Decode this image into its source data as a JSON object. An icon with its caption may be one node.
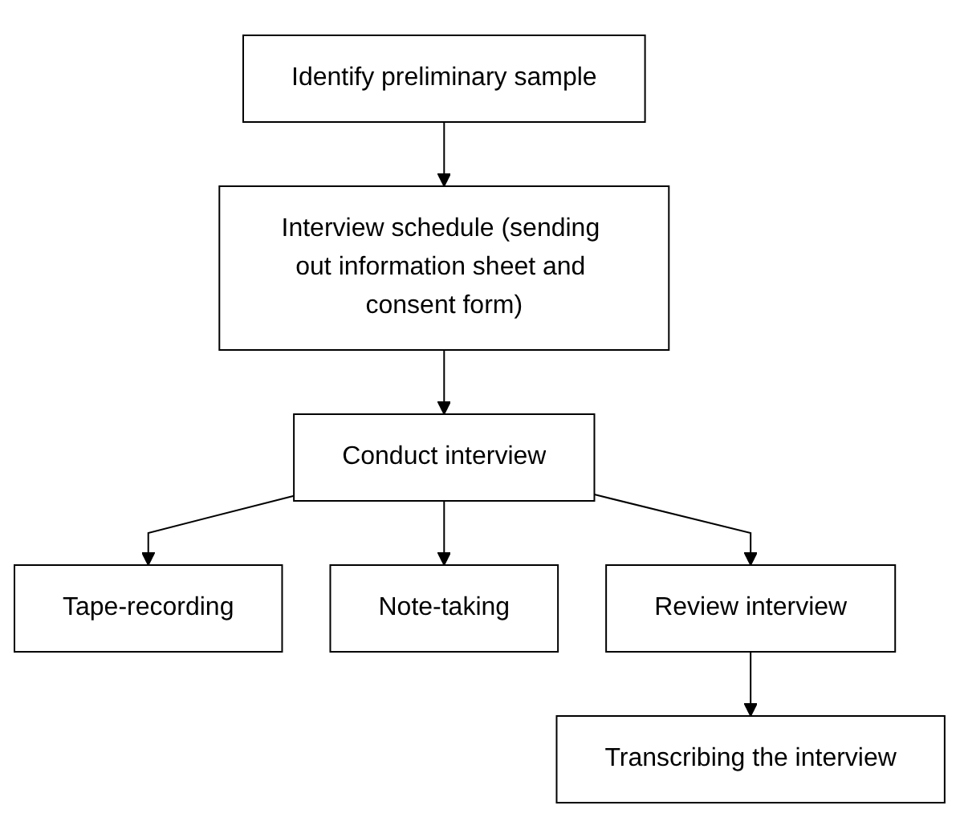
{
  "diagram": {
    "nodes": [
      {
        "text": [
          "Identify preliminary sample"
        ]
      },
      {
        "text": [
          "Interview schedule (sending out information sheet and consent form)"
        ]
      },
      {
        "text": [
          "Conduct interview"
        ]
      },
      {
        "text": [
          "Tape-recording"
        ]
      },
      {
        "text": [
          "Note-taking"
        ]
      },
      {
        "text": [
          "Review interview"
        ]
      },
      {
        "text": [
          "Transcribing the interview"
        ]
      }
    ],
    "edges": [
      {
        "from": 0,
        "to": 1,
        "arrow": "to"
      },
      {
        "from": 1,
        "to": 2,
        "arrow": "to"
      },
      {
        "from": 2,
        "to": 3,
        "arrow": "to"
      },
      {
        "from": 2,
        "to": 4,
        "arrow": "to"
      },
      {
        "from": 2,
        "to": 5,
        "arrow": "to"
      },
      {
        "from": 5,
        "to": 6,
        "arrow": "to"
      }
    ]
  }
}
